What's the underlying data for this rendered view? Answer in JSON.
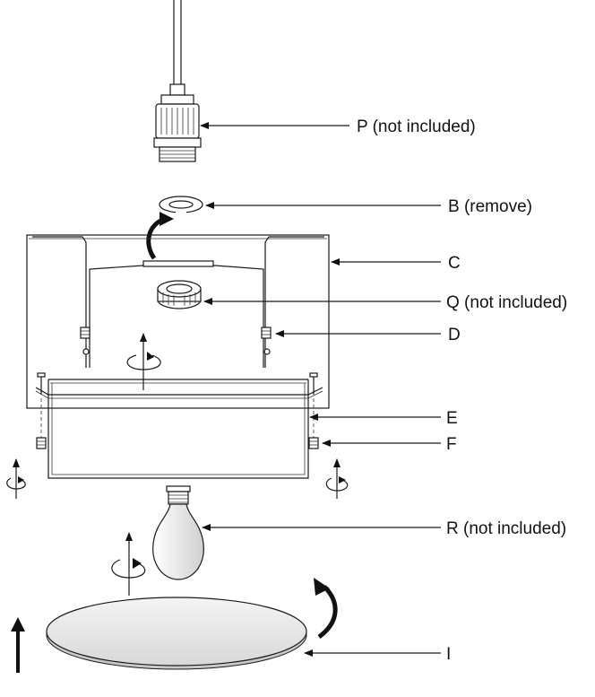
{
  "diagram": {
    "labels": {
      "P": "P (not included)",
      "B": "B (remove)",
      "C": "C",
      "Q": "Q (not included)",
      "D": "D",
      "E": "E",
      "F": "F",
      "R": "R (not included)",
      "I": "I"
    }
  }
}
